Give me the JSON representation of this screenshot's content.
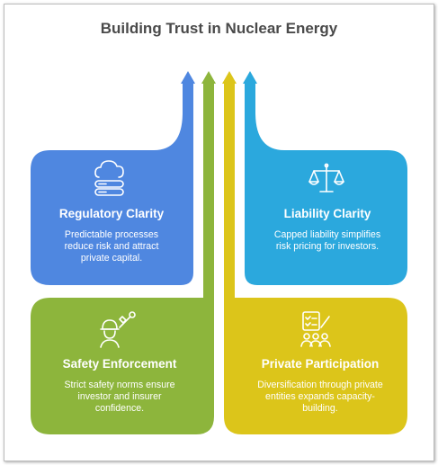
{
  "title": "Building Trust in Nuclear Energy",
  "colors": {
    "blue": "#4f87e0",
    "cyan": "#2ba8dd",
    "green": "#8db53c",
    "yellow": "#dcc51a"
  },
  "cards": [
    {
      "key": "regulatory",
      "title": "Regulatory Clarity",
      "desc": [
        "Predictable processes",
        "reduce risk and attract",
        "private capital."
      ],
      "icon": "cloud-database-icon",
      "color": "blue"
    },
    {
      "key": "liability",
      "title": "Liability Clarity",
      "desc": [
        "Capped liability simplifies",
        "risk pricing for investors."
      ],
      "icon": "scales-icon",
      "color": "cyan"
    },
    {
      "key": "safety",
      "title": "Safety Enforcement",
      "desc": [
        "Strict safety norms ensure",
        "investor and insurer",
        "confidence."
      ],
      "icon": "worker-tools-icon",
      "color": "green"
    },
    {
      "key": "private",
      "title": "Private Participation",
      "desc": [
        "Diversification through private",
        "entities expands capacity-",
        "building."
      ],
      "icon": "team-checklist-icon",
      "color": "yellow"
    }
  ]
}
